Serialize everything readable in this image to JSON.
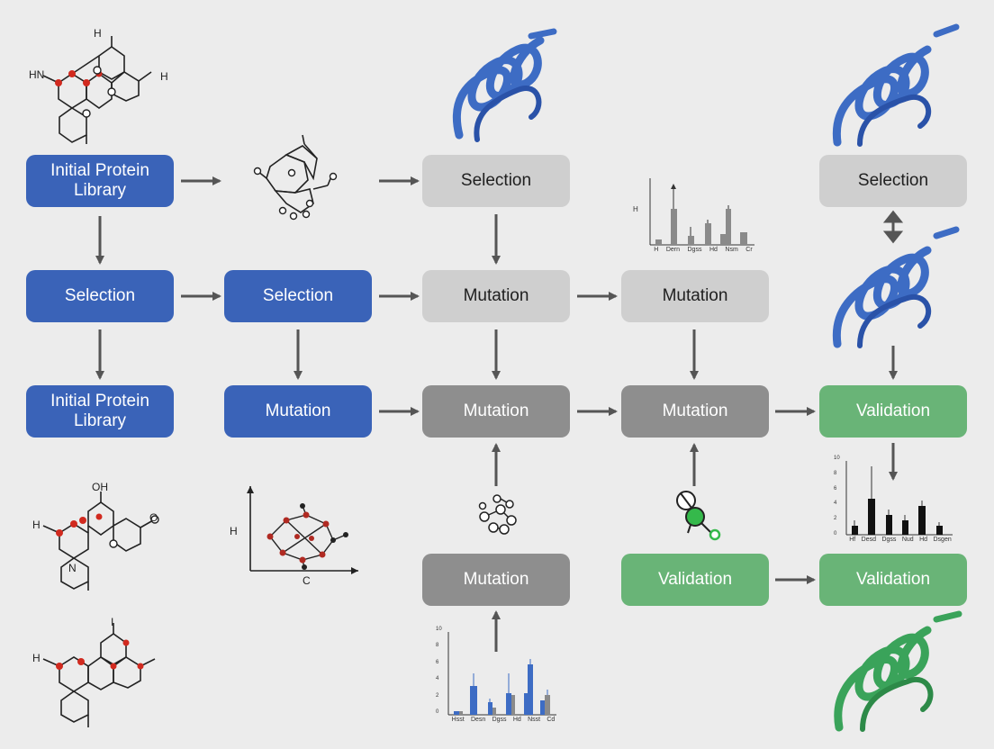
{
  "colors": {
    "blue_box": "#3a63b8",
    "light_gray_box": "#cfcfcf",
    "dark_gray_box": "#8e8e8e",
    "green_box": "#69b477",
    "arrow": "#555555",
    "protein_blue": "#3d6cc4",
    "protein_green": "#3aa35a",
    "atom_red": "#d12a1f",
    "background": "#ececec"
  },
  "nodes": {
    "r1c1": "Initial Protein Library",
    "r1c3": "Selection",
    "r1c5": "Selection",
    "r2c1": "Selection",
    "r2c2": "Selection",
    "r2c3": "Mutation",
    "r2c4": "Mutation",
    "r3c1": "Initial Protein Library",
    "r3c2": "Mutation",
    "r3c3": "Mutation",
    "r3c4": "Mutation",
    "r3c5": "Validation",
    "r4c3": "Mutation",
    "r4c4": "Validation",
    "r4c5": "Validation"
  },
  "molecules": {
    "top_left": {
      "labels": [
        "H",
        "HN",
        "H"
      ]
    },
    "mid_left": {
      "labels": [
        "OH",
        "H",
        "O",
        "N"
      ]
    },
    "bottom_left": {
      "labels": [
        "H",
        "I"
      ]
    },
    "mid_center": {
      "labels": [
        "H",
        "C"
      ]
    }
  },
  "mini_charts": {
    "top": {
      "y_label": "H",
      "x_labels": [
        "H",
        "Dern",
        "Dgss",
        "Hd",
        "Nsm",
        "Cr"
      ]
    },
    "right": {
      "y_ticks": [
        "10",
        "8",
        "6",
        "4",
        "2",
        "0"
      ],
      "x_labels": [
        "Hf",
        "Desd",
        "Dgss",
        "Nud",
        "Hd",
        "Dsgen"
      ]
    },
    "bottom": {
      "y_ticks": [
        "10",
        "8",
        "6",
        "4",
        "2",
        "0"
      ],
      "x_labels": [
        "Hsst",
        "Desn",
        "Dgss",
        "Hd",
        "Nsst",
        "Cd"
      ]
    }
  },
  "icons": [
    "protein-ribbon-icon",
    "molecule-icon",
    "bar-chart-icon",
    "mutation-pin-icon"
  ]
}
